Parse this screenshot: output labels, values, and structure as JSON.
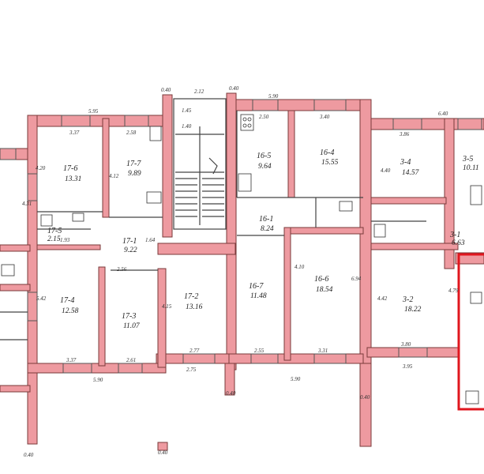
{
  "rooms": [
    {
      "id": "r17-6",
      "number": "17-6",
      "area": "13.31"
    },
    {
      "id": "r17-7",
      "number": "17-7",
      "area": "9.89"
    },
    {
      "id": "r17-1",
      "number": "17-1",
      "area": "9.22"
    },
    {
      "id": "r17-4",
      "number": "17-4",
      "area": "12.58"
    },
    {
      "id": "r17-3",
      "number": "17-3",
      "area": "11.07"
    },
    {
      "id": "r17-2",
      "number": "17-2",
      "area": "13.16"
    },
    {
      "id": "r16-5",
      "number": "16-5",
      "area": "9.64"
    },
    {
      "id": "r16-4",
      "number": "16-4",
      "area": "15.55"
    },
    {
      "id": "r16-1",
      "number": "16-1",
      "area": "8.24"
    },
    {
      "id": "r16-7",
      "number": "16-7",
      "area": "11.48"
    },
    {
      "id": "r16-6",
      "number": "16-6",
      "area": "18.54"
    },
    {
      "id": "r3-4",
      "number": "3-4",
      "area": "14.57"
    },
    {
      "id": "r3-5",
      "number": "3-5",
      "area": "10.11"
    },
    {
      "id": "r3-1",
      "number": "3-1",
      "area": "6.63"
    },
    {
      "id": "r3-2",
      "number": "3-2",
      "area": "18.22"
    },
    {
      "id": "r17-5",
      "number": "17-5",
      "area": "2.15"
    }
  ],
  "dimensions": {
    "d1": "5.95",
    "d2": "3.37",
    "d3": "2.58",
    "d4": "5.90",
    "d5": "2.50",
    "d6": "3.40",
    "d7": "6.40",
    "d8": "3.86",
    "d9": "1.93",
    "d10": "1.64",
    "d11": "2.56",
    "d12": "3.37",
    "d13": "2.61",
    "d14": "2.77",
    "d15": "2.75",
    "d16": "2.55",
    "d17": "3.31",
    "d18": "5.90",
    "d19": "3.80",
    "d20": "3.95",
    "d21": "5.90",
    "d22": "0.40",
    "d23": "0.40",
    "d24": "0.40",
    "d25": "0.40",
    "d26": "0.40",
    "d27": "0.40",
    "d28": "2.12",
    "d29": "1.45",
    "d30": "1.40",
    "d31": "4.40",
    "d32": "4.20",
    "d33": "4.42",
    "d34": "4.10",
    "d35": "6.94",
    "d36": "4.79",
    "d37": "4.15",
    "d38": "5.42",
    "d39": "4.31",
    "d40": "4.12"
  },
  "colors": {
    "wall": "#ee9aa0",
    "highlight": "#e0161e",
    "line": "#444444"
  }
}
